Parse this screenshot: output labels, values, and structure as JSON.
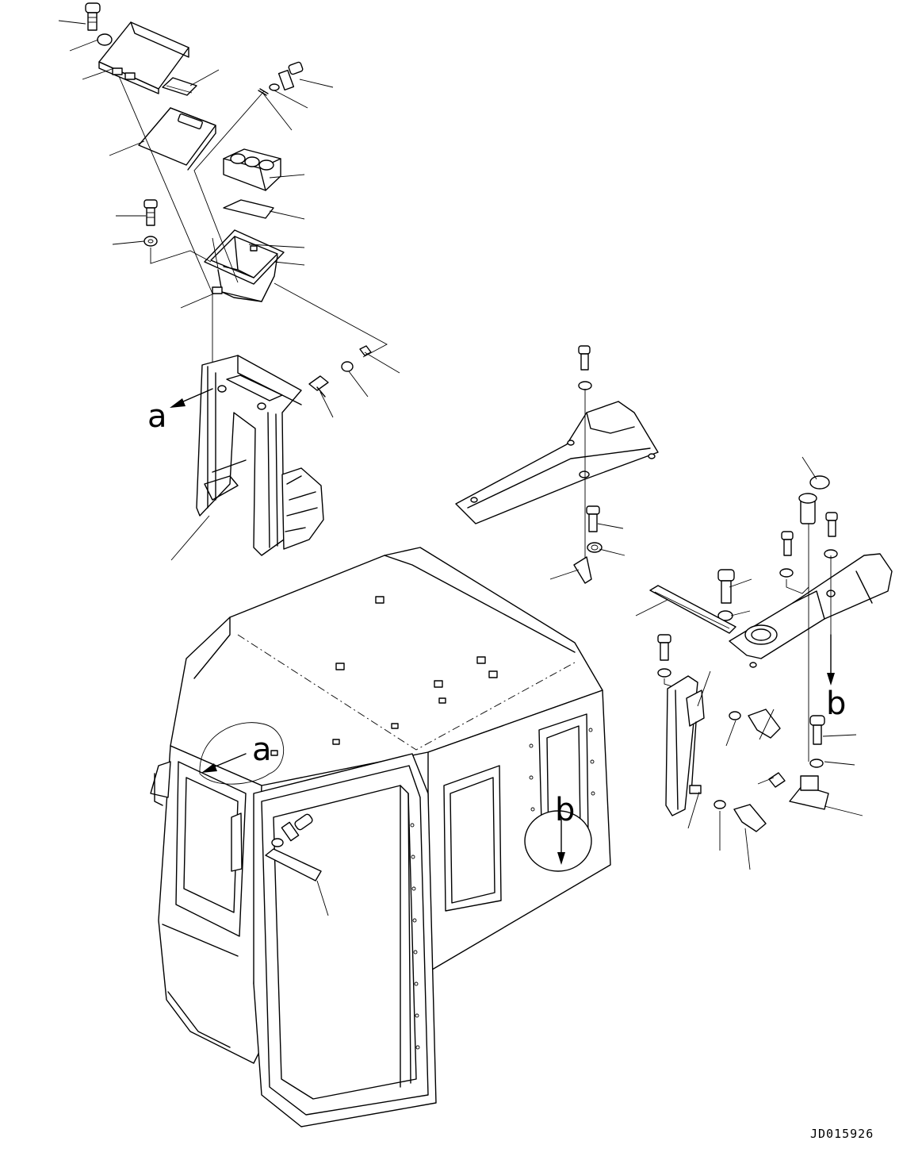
{
  "diagram": {
    "drawing_code": "JD015926",
    "detail_labels": {
      "a_upper": "a",
      "a_lower": "a",
      "b_upper": "b",
      "b_lower": "b"
    }
  }
}
